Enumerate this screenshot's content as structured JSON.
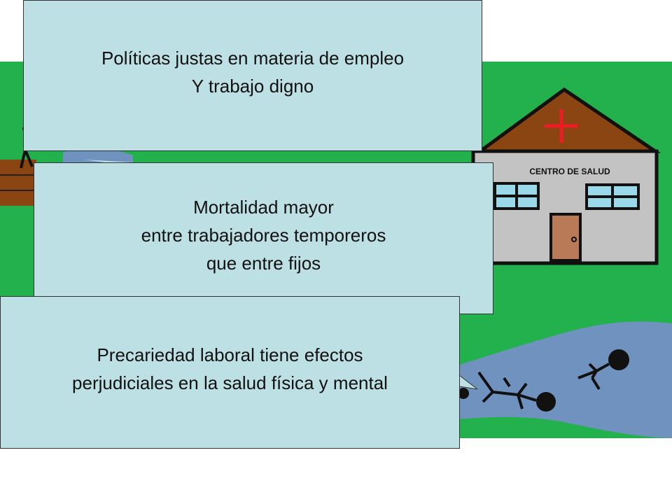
{
  "boxes": [
    {
      "lines": [
        "Políticas justas en materia de empleo",
        "Y trabajo digno"
      ]
    },
    {
      "lines": [
        "Mortalidad mayor",
        "entre trabajadores temporeros",
        "que entre fijos"
      ]
    },
    {
      "lines": [
        "Precariedad laboral tiene efectos",
        "perjudiciales en la salud física y mental"
      ]
    }
  ],
  "scene": {
    "building_sign": "CENTRO DE SALUD",
    "colors": {
      "grass": "#22b14c",
      "river": "#7092be",
      "roof": "#8b4513",
      "wall": "#c3c3c3",
      "door": "#b97a57",
      "cross": "#ed1c24",
      "window": "#99d9ea",
      "callout": "#bde0e4"
    }
  }
}
